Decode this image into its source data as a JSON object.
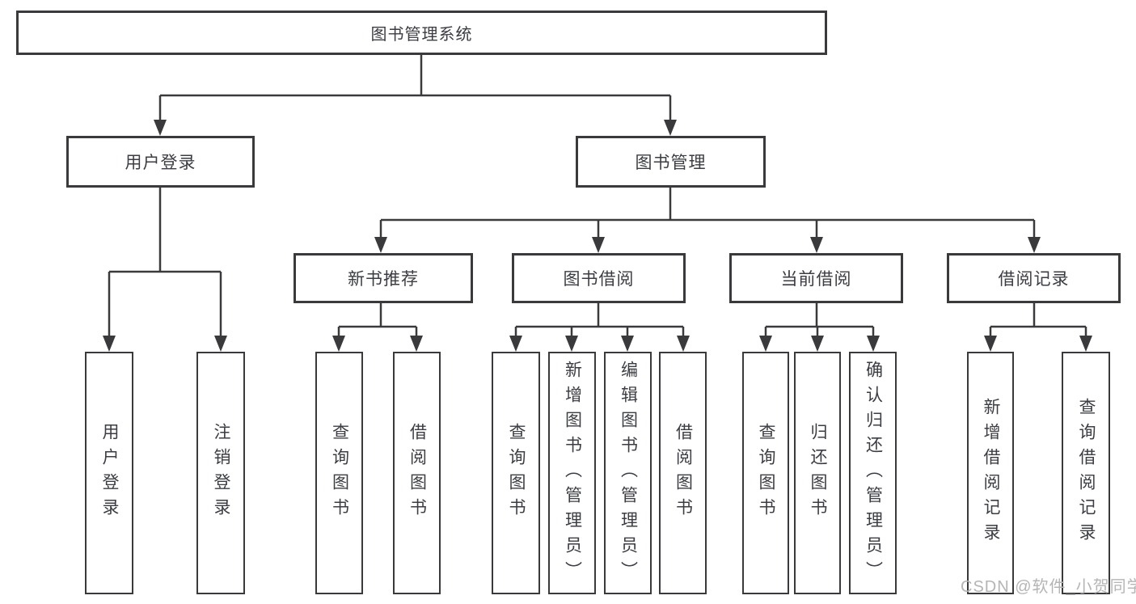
{
  "diagram": {
    "root": {
      "label": "图书管理系统"
    },
    "level2": {
      "user_login": {
        "label": "用户登录"
      },
      "book_mgmt": {
        "label": "图书管理"
      }
    },
    "level3": {
      "new_book_rec": {
        "label": "新书推荐"
      },
      "book_borrow": {
        "label": "图书借阅"
      },
      "current_borrow": {
        "label": "当前借阅"
      },
      "borrow_records": {
        "label": "借阅记录"
      }
    },
    "leaves": {
      "user_login": {
        "label": "用户登录"
      },
      "logout": {
        "label": "注销登录"
      },
      "rec_query_books": {
        "label": "查询图书"
      },
      "rec_borrow_books": {
        "label": "借阅图书"
      },
      "bb_query_books": {
        "label": "查询图书"
      },
      "bb_add_books": {
        "label": "新增图书（管理员）"
      },
      "bb_edit_books": {
        "label": "编辑图书（管理员）"
      },
      "bb_borrow_books": {
        "label": "借阅图书"
      },
      "cb_query_books": {
        "label": "查询图书"
      },
      "cb_return_books": {
        "label": "归还图书"
      },
      "cb_confirm_return": {
        "label": "确认归还（管理员）"
      },
      "br_add_record": {
        "label": "新增借阅记录"
      },
      "br_query_record": {
        "label": "查询借阅记录"
      }
    },
    "watermark": "CSDN @软件_小贺同学",
    "colors": {
      "line": "#3a3a3c",
      "text": "#3b3d42",
      "background": "#ffffff",
      "watermark": "#b5b5b5"
    }
  }
}
